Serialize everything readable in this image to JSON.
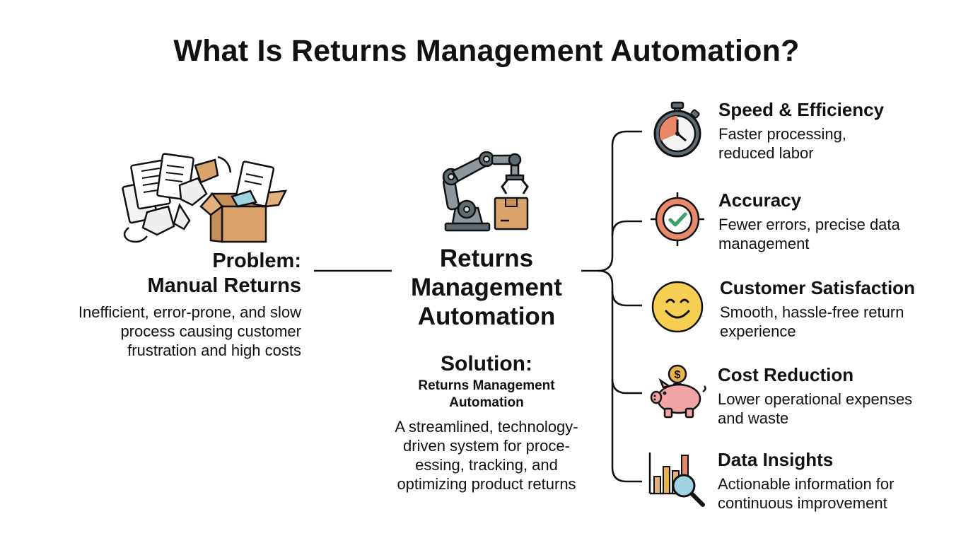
{
  "title": "What Is Returns Management Automation?",
  "problem": {
    "heading_line1": "Problem:",
    "heading_line2": "Manual Returns",
    "description_lines": [
      "Inefficient, error-prone, and slow",
      "process causing customer",
      "frustration and high costs"
    ],
    "icon": "paperwork-box-icon"
  },
  "center": {
    "title_lines": [
      "Returns",
      "Management",
      "Automation"
    ],
    "icon": "robot-arm-icon"
  },
  "solution": {
    "heading": "Solution:",
    "sub_lines": [
      "Returns Management",
      "Automation"
    ],
    "description_lines": [
      "A streamlined, technology-",
      "driven system for proce-",
      "essing, tracking, and",
      "optimizing product returns"
    ]
  },
  "benefits": [
    {
      "title": "Speed & Efficiency",
      "desc_lines": [
        "Faster processing,",
        "reduced labor"
      ],
      "icon": "stopwatch-icon"
    },
    {
      "title": "Accuracy",
      "desc_lines": [
        "Fewer errors, precise data",
        "management"
      ],
      "icon": "target-check-icon"
    },
    {
      "title": "Customer Satisfaction",
      "desc_lines": [
        "Smooth, hassle-free return",
        "experience"
      ],
      "icon": "smiley-face-icon"
    },
    {
      "title": "Cost Reduction",
      "desc_lines": [
        "Lower operational expenses",
        "and waste"
      ],
      "icon": "piggy-bank-icon"
    },
    {
      "title": "Data Insights",
      "desc_lines": [
        "Actionable information for",
        "continuous improvement"
      ],
      "icon": "bar-chart-magnifier-icon"
    }
  ],
  "colors": {
    "orange": "#e8896a",
    "green": "#3aa36a",
    "yellow": "#f6cf52",
    "pink": "#f2a3a6",
    "gold": "#e8b34a",
    "box": "#d9a36b",
    "gray": "#5f6b73",
    "light_blue": "#9fd2df"
  }
}
